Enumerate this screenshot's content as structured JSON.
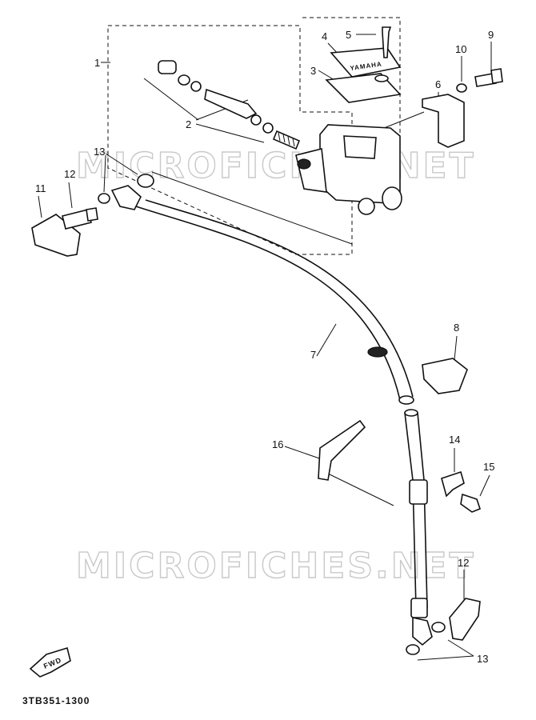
{
  "diagram": {
    "callouts": {
      "c1": "1",
      "c2": "2",
      "c3": "3",
      "c4": "4",
      "c5": "5",
      "c6": "6",
      "c7": "7",
      "c8": "8",
      "c9": "9",
      "c10": "10",
      "c11": "11",
      "c12a": "12",
      "c12b": "12",
      "c13a": "13",
      "c13b": "13",
      "c14": "14",
      "c15": "15",
      "c16": "16"
    },
    "watermark": "MICROFICHES.NET",
    "reservoir_label": "YAMAHA",
    "fwd_label": "FWD",
    "drawing_code": "3TB351-1300"
  }
}
